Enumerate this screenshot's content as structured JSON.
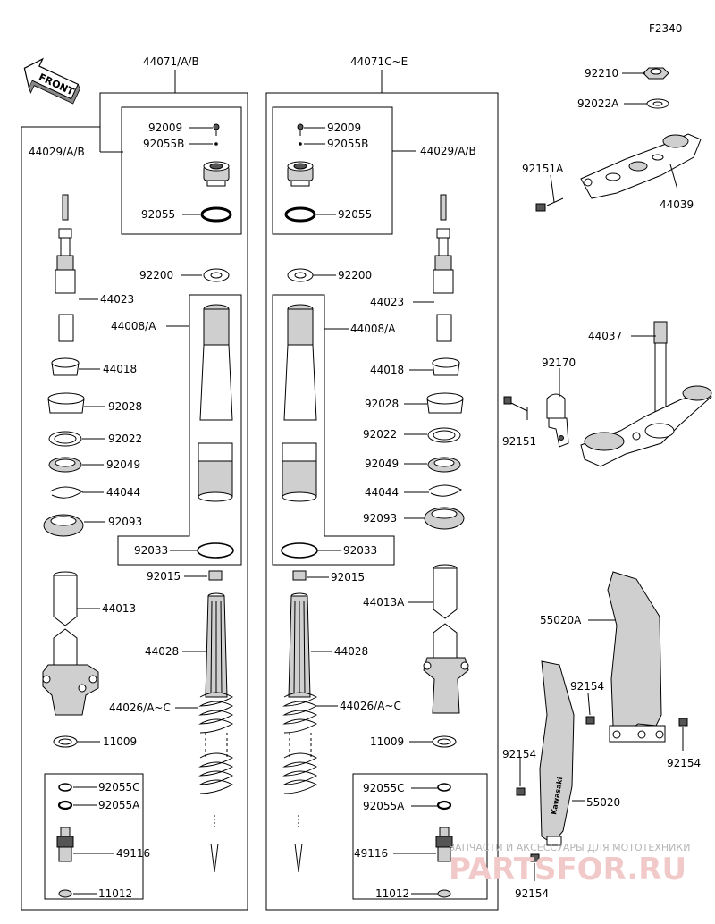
{
  "diagram": {
    "code": "F2340",
    "front_label": "FRONT",
    "groups": {
      "left_assy": "44071/A/B",
      "right_assy": "44071C~E"
    },
    "left": {
      "p44029": "44029/A/B",
      "p92009": "92009",
      "p92055B": "92055B",
      "p92055": "92055",
      "p92200": "92200",
      "p44023": "44023",
      "p44008": "44008/A",
      "p44018": "44018",
      "p92028": "92028",
      "p92022": "92022",
      "p92049": "92049",
      "p44044": "44044",
      "p92093": "92093",
      "p92033": "92033",
      "p92015": "92015",
      "p44013": "44013",
      "p44028": "44028",
      "p44026": "44026/A~C",
      "p11009": "11009",
      "p92055C": "92055C",
      "p92055A": "92055A",
      "p49116": "49116",
      "p11012": "11012"
    },
    "right": {
      "p44029": "44029/A/B",
      "p92009": "92009",
      "p92055B": "92055B",
      "p92055": "92055",
      "p92200": "92200",
      "p44023": "44023",
      "p44008": "44008/A",
      "p44018": "44018",
      "p92028": "92028",
      "p92022": "92022",
      "p92049": "92049",
      "p44044": "44044",
      "p92093": "92093",
      "p92033": "92033",
      "p92015": "92015",
      "p44013A": "44013A",
      "p44028": "44028",
      "p44026": "44026/A~C",
      "p11009": "11009",
      "p92055C": "92055C",
      "p92055A": "92055A",
      "p49116": "49116",
      "p11012": "11012"
    },
    "clamps": {
      "p92210": "92210",
      "p92022A": "92022A",
      "p92151A": "92151A",
      "p44039": "44039",
      "p44037": "44037",
      "p92170": "92170",
      "p92151": "92151",
      "p55020A": "55020A",
      "p55020": "55020",
      "p92154_a": "92154",
      "p92154_b": "92154",
      "p92154_c": "92154",
      "p92154_d": "92154",
      "guard_brand": "Kawasaki"
    },
    "watermark": {
      "line1": "ЗАПЧАСТИ И АКСЕССУАРЫ ДЛЯ МОТОТЕХНИКИ",
      "line2": "PARTSFOR.RU"
    }
  }
}
